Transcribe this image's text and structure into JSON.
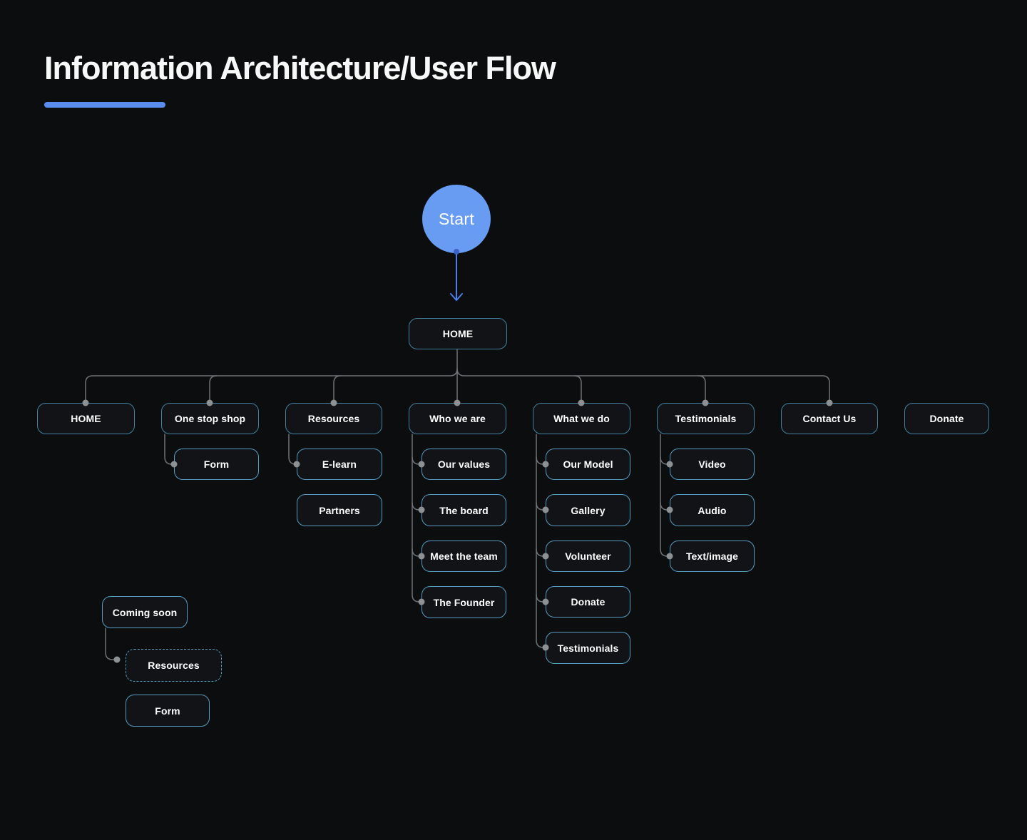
{
  "title": "Information Architecture/User Flow",
  "colors": {
    "background": "#0c0d0e",
    "accent_underline": "#5a8bee",
    "start_circle": "#689bf2",
    "arrow": "#4b7fe8",
    "box_border_level1": "#45819f",
    "box_border_child": "#569cc0",
    "connector_line": "#6f7276",
    "connector_dot": "#8e9194"
  },
  "start": {
    "label": "Start"
  },
  "home_root": {
    "label": "HOME"
  },
  "level1": {
    "home": {
      "label": "HOME"
    },
    "one_stop_shop": {
      "label": "One stop shop"
    },
    "resources": {
      "label": "Resources"
    },
    "who_we_are": {
      "label": "Who we are"
    },
    "what_we_do": {
      "label": "What we do"
    },
    "testimonials": {
      "label": "Testimonials"
    },
    "contact_us": {
      "label": "Contact Us"
    },
    "donate": {
      "label": "Donate"
    }
  },
  "children": {
    "one_stop_shop": {
      "form": {
        "label": "Form"
      }
    },
    "resources": {
      "e_learn": {
        "label": "E-learn"
      },
      "partners": {
        "label": "Partners"
      }
    },
    "who_we_are": {
      "our_values": {
        "label": "Our values"
      },
      "the_board": {
        "label": "The board"
      },
      "meet_the_team": {
        "label": "Meet the team"
      },
      "the_founder": {
        "label": "The Founder"
      }
    },
    "what_we_do": {
      "our_model": {
        "label": "Our Model"
      },
      "gallery": {
        "label": "Gallery"
      },
      "volunteer": {
        "label": "Volunteer"
      },
      "donate": {
        "label": "Donate"
      },
      "testimonials": {
        "label": "Testimonials"
      }
    },
    "testimonials": {
      "video": {
        "label": "Video"
      },
      "audio": {
        "label": "Audio"
      },
      "text_image": {
        "label": "Text/image"
      }
    }
  },
  "coming_soon_group": {
    "coming_soon": {
      "label": "Coming soon"
    },
    "resources": {
      "label": "Resources"
    },
    "form": {
      "label": "Form"
    }
  }
}
